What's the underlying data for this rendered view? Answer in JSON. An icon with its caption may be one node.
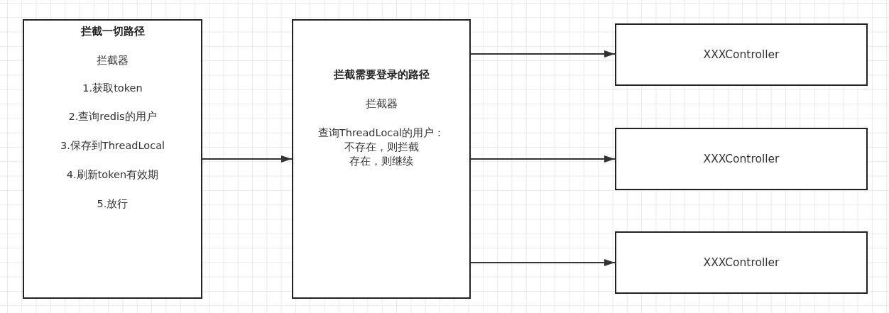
{
  "diagram": {
    "nodes": [
      {
        "text": [
          "拦截一切路径",
          "拦截器",
          "1.获取token",
          "2.查询redis的用户",
          "3.保存到ThreadLocal",
          "4.刷新token有效期",
          "5.放行"
        ]
      },
      {
        "text": [
          "拦截需要登录的路径",
          "拦截器",
          "查询ThreadLocal的用户：",
          "不存在，则拦截",
          "存在，则继续"
        ]
      },
      {
        "text": [
          "XXXController"
        ]
      },
      {
        "text": [
          "XXXController"
        ]
      },
      {
        "text": [
          "XXXController"
        ]
      }
    ],
    "edges": [
      {
        "from": 0,
        "to": 1,
        "arrow": "to"
      },
      {
        "from": 1,
        "to": 2,
        "arrow": "to"
      },
      {
        "from": 1,
        "to": 3,
        "arrow": "to"
      },
      {
        "from": 1,
        "to": 4,
        "arrow": "to"
      }
    ]
  }
}
